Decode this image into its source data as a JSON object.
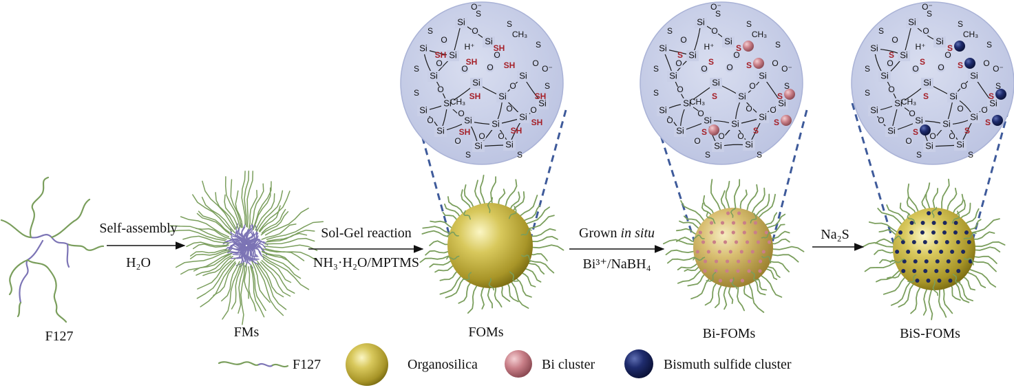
{
  "stages": [
    {
      "label": "F127"
    },
    {
      "label": "FMs"
    },
    {
      "label": "FOMs"
    },
    {
      "label": "Bi-FOMs"
    },
    {
      "label": "BiS-FOMs"
    }
  ],
  "arrows": [
    {
      "top": "Self-assembly",
      "bottom": "H₂O"
    },
    {
      "top": "Sol-Gel reaction",
      "bottom": "NH₃·H₂O/MPTMS"
    },
    {
      "top_pre": "Grown ",
      "top_em": "in situ",
      "bottom": "Bi³⁺/NaBH₄"
    },
    {
      "top": "Na₂S",
      "bottom": ""
    }
  ],
  "legend": [
    {
      "label": "F127",
      "icon": "polymer-chain-icon"
    },
    {
      "label": "Organosilica",
      "icon": "organosilica-sphere-icon"
    },
    {
      "label": "Bi cluster",
      "icon": "bi-cluster-icon"
    },
    {
      "label": "Bismuth sulfide cluster",
      "icon": "bismuth-sulfide-cluster-icon"
    }
  ],
  "chem": {
    "si": "Si",
    "o": "O",
    "s": "S",
    "sh": "SH",
    "h": "H⁺",
    "om": "O⁻",
    "ch3": "CH₃"
  },
  "colors": {
    "polymer_green": "#7a9e5c",
    "polymer_purple": "#7c74b5",
    "organosilica": "#c9b94a",
    "bi_cluster": "#c97f88",
    "bis_cluster": "#1c2760",
    "zoom_circle": "#c9cfe7",
    "zoom_dash": "#3e5a9a",
    "sh_red": "#a51f27"
  }
}
